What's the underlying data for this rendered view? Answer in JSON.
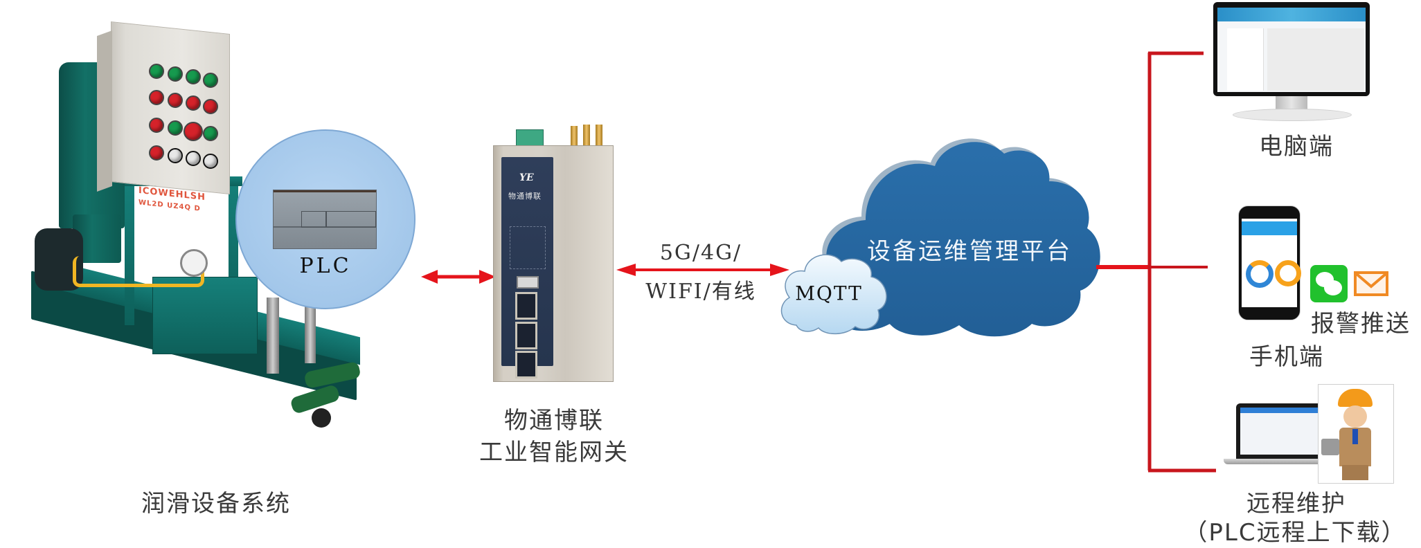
{
  "diagram": {
    "title": "润滑设备远程运维物联网架构",
    "colors": {
      "link_red": "#e5141b",
      "branch_red": "#c8161d",
      "platform_cloud": "#2369a3",
      "mqtt_cloud": "#cfe6f7",
      "plc_circle": "#a8cbec",
      "machine_teal": "#137066"
    },
    "nodes": {
      "equipment": {
        "label": "润滑设备系统",
        "plc_label": "PLC",
        "cabinet_text_line1": "ICOWEHLSH",
        "cabinet_text_line2": "WL2D UZ4Q D"
      },
      "gateway": {
        "label_line1": "物通博联",
        "label_line2": "工业智能网关",
        "panel_logo": "YE",
        "panel_brand": "物通博联"
      },
      "link": {
        "label_line1": "5G/4G/",
        "label_line2": "WIFI/有线"
      },
      "protocol": {
        "label": "MQTT"
      },
      "platform": {
        "label": "设备运维管理平台"
      },
      "endpoints": [
        {
          "id": "pc",
          "label": "电脑端",
          "icon": "desktop-monitor-icon"
        },
        {
          "id": "mobile",
          "label": "手机端",
          "icon": "smartphone-icon",
          "extra_label": "报警推送",
          "extra_icons": [
            "wechat-icon",
            "mail-icon"
          ]
        },
        {
          "id": "remote",
          "label": "远程维护",
          "sublabel": "（PLC远程上下载）",
          "icon": "laptop-engineer-icon"
        }
      ]
    },
    "connections": [
      {
        "from": "equipment",
        "to": "gateway",
        "direction": "bidirectional"
      },
      {
        "from": "gateway",
        "to": "platform",
        "direction": "bidirectional"
      },
      {
        "from": "platform",
        "to": "pc",
        "direction": "branch"
      },
      {
        "from": "platform",
        "to": "mobile",
        "direction": "branch"
      },
      {
        "from": "platform",
        "to": "remote",
        "direction": "branch"
      }
    ]
  }
}
